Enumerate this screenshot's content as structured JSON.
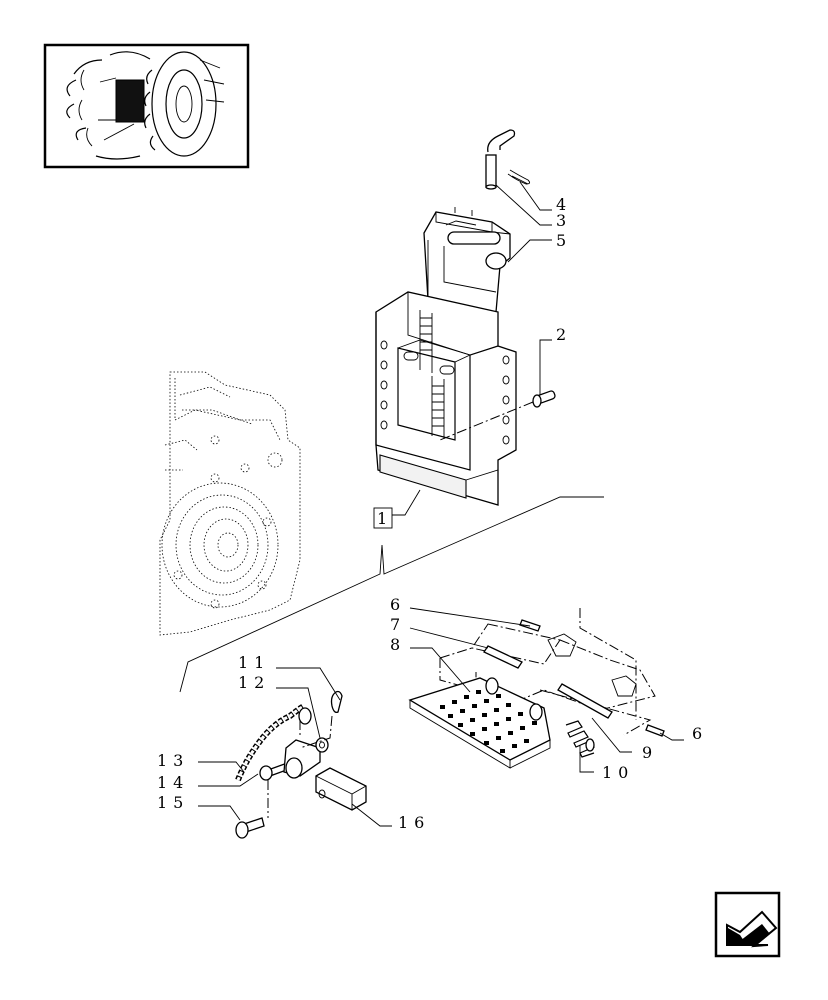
{
  "callouts": {
    "c1": "1",
    "c2": "2",
    "c3": "3",
    "c4": "4",
    "c5": "5",
    "c6a": "6",
    "c6b": "6",
    "c7": "7",
    "c8": "8",
    "c9": "9",
    "c10": "10",
    "c11": "11",
    "c12": "12",
    "c13": "13",
    "c14": "14",
    "c15": "15",
    "c16": "16"
  },
  "icons": {
    "thumbnail": "tractor-rear-wheel-thumbnail",
    "navigation": "back-arrow-icon"
  }
}
